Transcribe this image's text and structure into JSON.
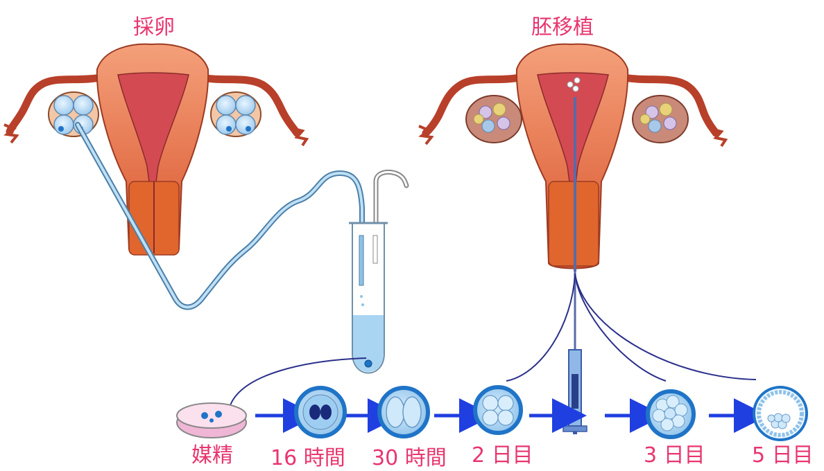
{
  "titles": {
    "retrieval": "採卵",
    "transfer": "胚移植"
  },
  "stages": {
    "insemination": "媒精",
    "h16": "16 時間",
    "h30": "30 時間",
    "d2": "2 日目",
    "d3": "3 日目",
    "d5": "5 日目"
  },
  "colors": {
    "label": "#e8356f",
    "uterus": "#d9552e",
    "uterus_light": "#f08a5a",
    "cavity": "#c53a4a",
    "tube": "#8ec3e6",
    "tube_edge": "#4c7fa8",
    "embryo_ring": "#1f74c7",
    "embryo_fill": "#b8dcf5",
    "arrow": "#1f3fe0",
    "catheter_line": "#2a2f8a"
  }
}
